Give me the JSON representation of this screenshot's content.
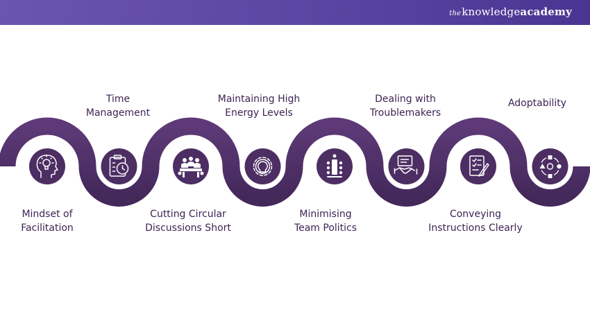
{
  "brand": {
    "prefix": "the",
    "part1": "knowledge",
    "part2": "academy"
  },
  "colors": {
    "header_start": "#6a55b0",
    "header_end": "#4a3592",
    "wave": "#4c2e63",
    "wave_light": "#5d3a77",
    "icon_stroke": "#ffffff",
    "text": "#3d2352"
  },
  "steps": [
    {
      "line1": "Mindset of",
      "line2": "Facilitation",
      "icon": "lightbulb-head-icon"
    },
    {
      "line1": "Time",
      "line2": "Management",
      "icon": "clipboard-clock-icon"
    },
    {
      "line1": "Cutting Circular",
      "line2": "Discussions Short",
      "icon": "meeting-table-icon"
    },
    {
      "line1": "Maintaining High",
      "line2": "Energy Levels",
      "icon": "gear-bulb-icon"
    },
    {
      "line1": "Minimising",
      "line2": "Team Politics",
      "icon": "conference-table-icon"
    },
    {
      "line1": "Dealing with",
      "line2": "Troublemakers",
      "icon": "handshake-icon"
    },
    {
      "line1": "Conveying",
      "line2": "Instructions Clearly",
      "icon": "checklist-pen-icon"
    },
    {
      "line1": "Adoptability",
      "line2": "",
      "icon": "cycle-shapes-icon"
    }
  ]
}
